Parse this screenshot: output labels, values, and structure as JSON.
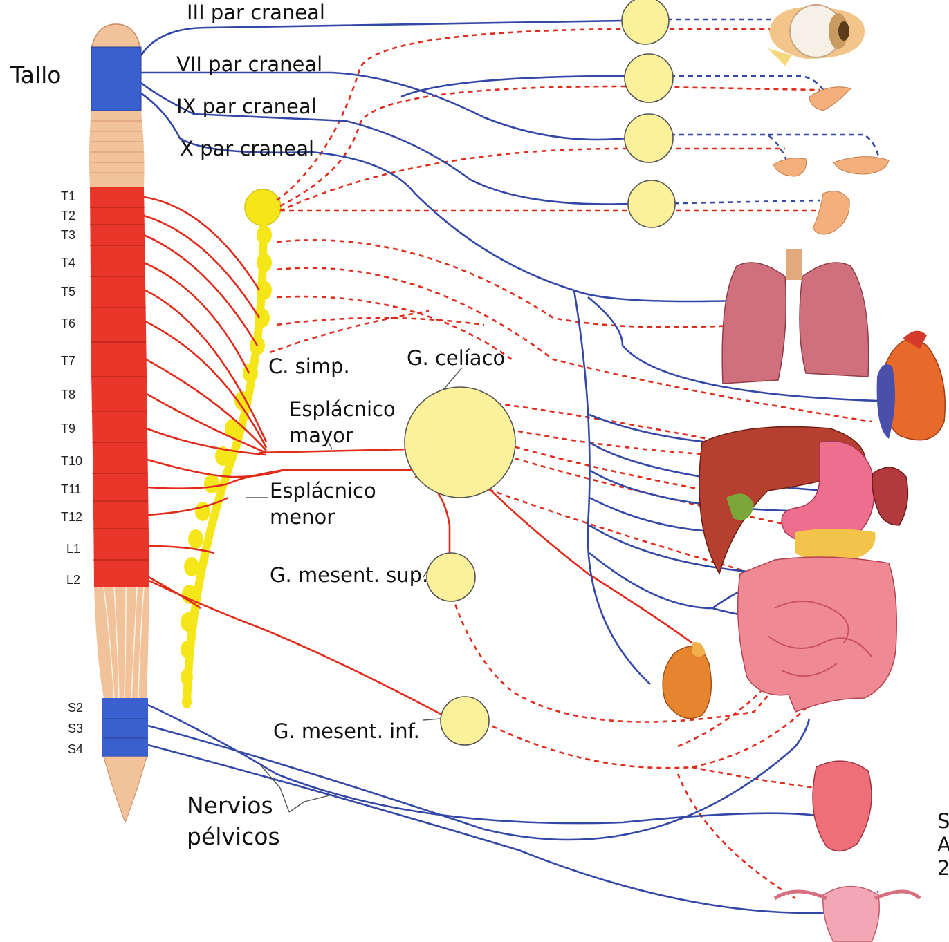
{
  "labels": {
    "tallo": "Tallo",
    "cn3": "III par craneal",
    "cn7": "VII par craneal",
    "cn9": "IX par craneal",
    "cn10": "X par craneal",
    "simp": "C. simp.",
    "celiaco": "G. celíaco",
    "esp_mayor_1": "Esplácnico",
    "esp_mayor_2": "mayor",
    "esp_menor_1": "Esplácnico",
    "esp_menor_2": "menor",
    "mes_sup": "G. mesent. sup.",
    "mes_inf": "G. mesent. inf.",
    "pelvic_1": "Nervios",
    "pelvic_2": "pélvicos",
    "credit_1": "S",
    "credit_2": "A",
    "credit_3": "2"
  },
  "segments": {
    "thoracic": [
      "T1",
      "T2",
      "T3",
      "T4",
      "T5",
      "T6",
      "T7",
      "T8",
      "T9",
      "T10",
      "T11",
      "T12"
    ],
    "lumbar": [
      "L1",
      "L2"
    ],
    "sacral": [
      "S2",
      "S3",
      "S4"
    ]
  },
  "colors": {
    "parasympathetic": "#3347a6",
    "sympathetic": "#e02a1a",
    "ganglion": "#fbf19a",
    "chain": "#f5e61a",
    "cord_red": "#e8362a",
    "cord_blue": "#3a5fcf",
    "cord_tan": "#f2c39b"
  }
}
